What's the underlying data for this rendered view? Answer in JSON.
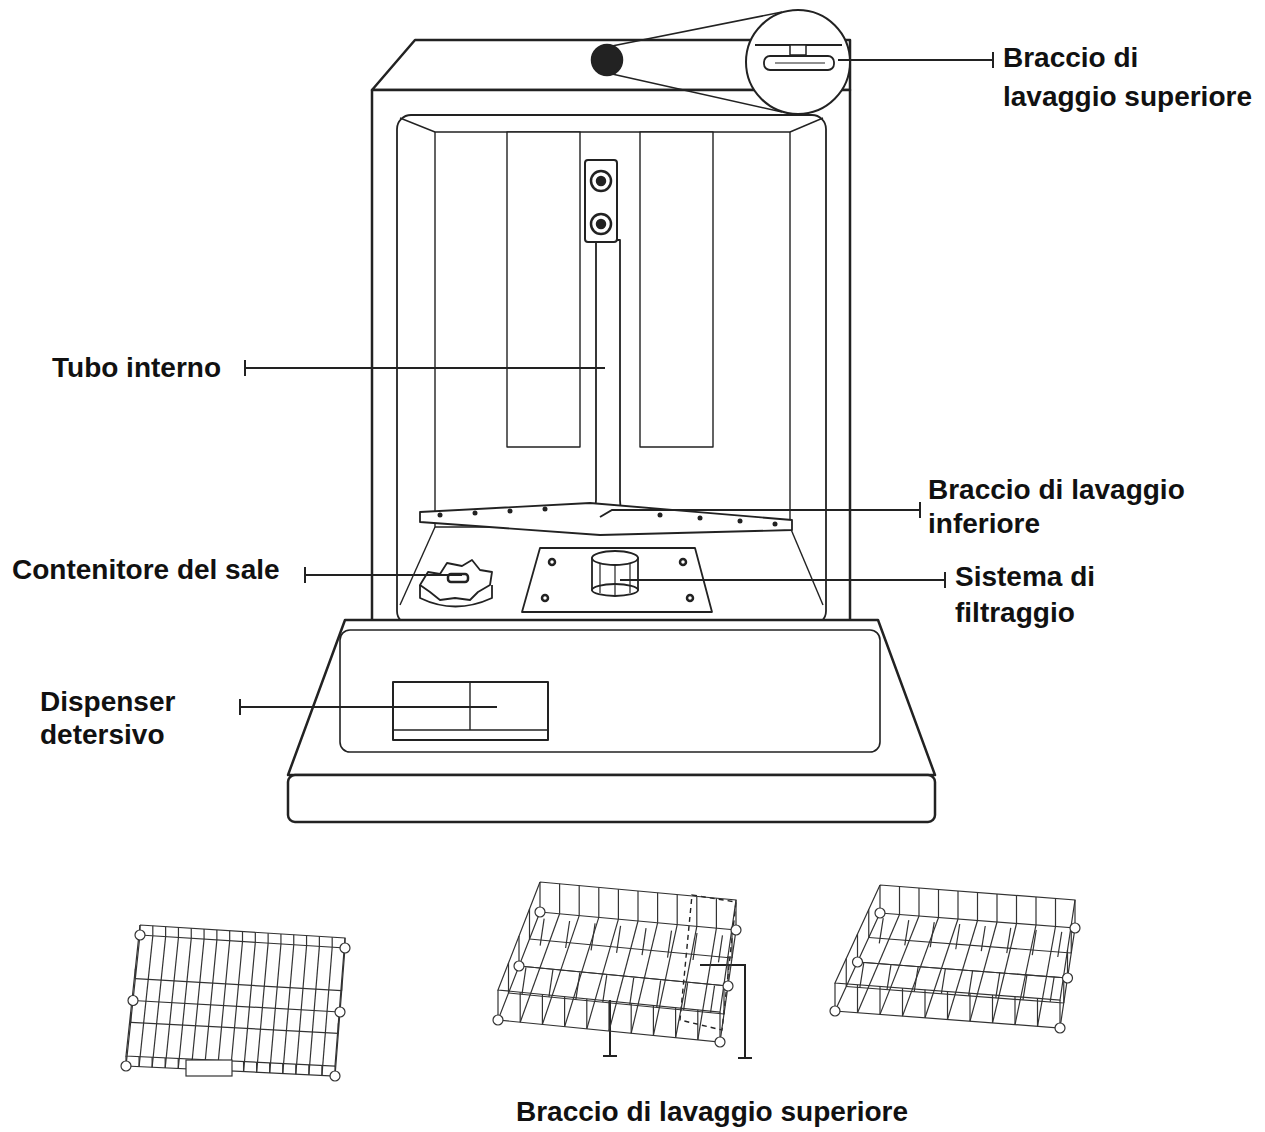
{
  "diagram": {
    "labels": [
      "Braccio di lavaggio superiore",
      "Tubo interno",
      "Braccio di lavaggio inferiore",
      "Contenitore del sale",
      "Sistema di filtraggio",
      "Dispenser detersivo",
      "Braccio di lavaggio superiore"
    ]
  }
}
